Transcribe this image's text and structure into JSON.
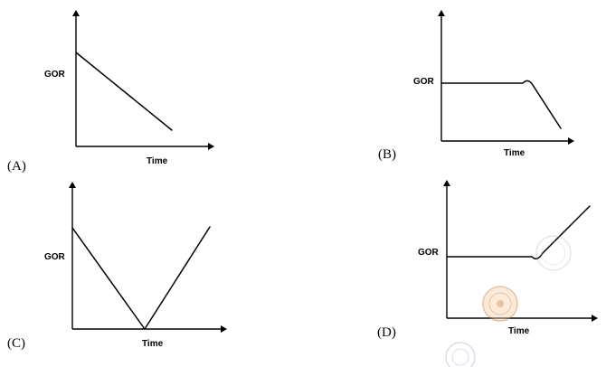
{
  "panels": {
    "A": {
      "label": "(A)",
      "y_label": "GOR",
      "x_label": "Time"
    },
    "B": {
      "label": "(B)",
      "y_label": "GOR",
      "x_label": "Time"
    },
    "C": {
      "label": "(C)",
      "y_label": "GOR",
      "x_label": "Time"
    },
    "D": {
      "label": "(D)",
      "y_label": "GOR",
      "x_label": "Time"
    }
  },
  "colors": {
    "ink": "#000000",
    "watermark": "#d9772a"
  },
  "watermarks": [
    "seal-emblem",
    "seal-emblem",
    "seal-emblem"
  ]
}
